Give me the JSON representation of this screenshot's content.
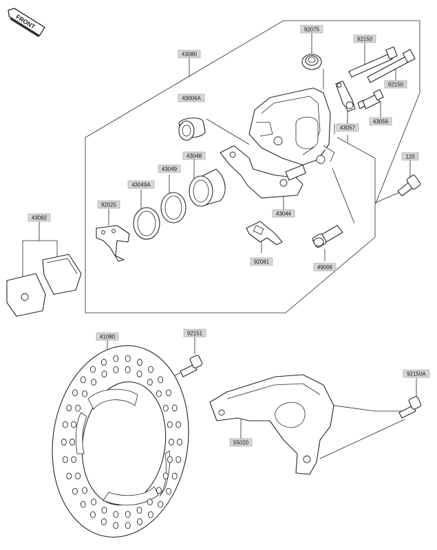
{
  "front_badge": "FRONT",
  "labels": {
    "l43080": "43080",
    "l92075": "92075",
    "l92150a": "92150",
    "l92150b": "92150",
    "l43006a": "43006A",
    "l43057": "43057",
    "l43056": "43056",
    "l43048": "43048",
    "l43049": "43049",
    "l43049a": "43049A",
    "l120": "120",
    "l92025": "92025",
    "l43044": "43044",
    "l43082": "43082",
    "l92081": "92081",
    "l49006": "49006",
    "l41080": "41080",
    "l92151": "92151",
    "l92150A": "92150A",
    "l55020": "55020"
  }
}
